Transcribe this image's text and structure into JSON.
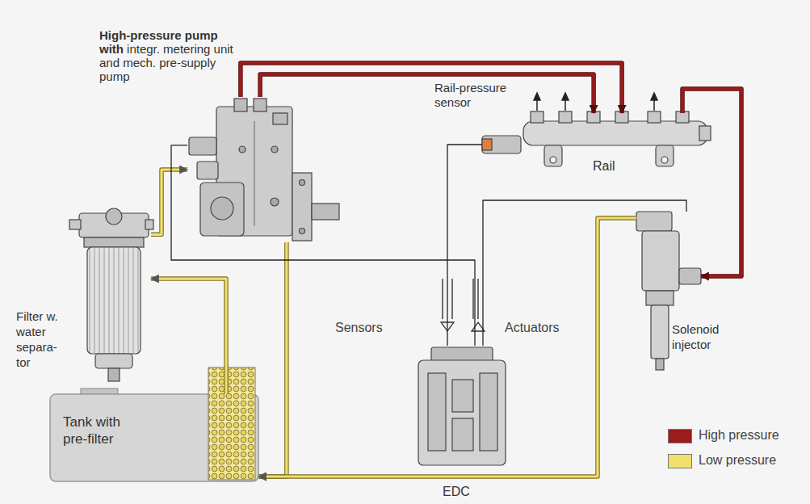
{
  "diagram": {
    "nodes": [
      {
        "text": [
          "High-pressure pump with",
          "integr. metering unit and mech. pre-supply pump"
        ]
      },
      {
        "text": [
          "Rail-pressure sensor"
        ]
      },
      {
        "text": [
          "Rail"
        ]
      },
      {
        "text": [
          "Filter w. water separa- tor"
        ]
      },
      {
        "text": [
          "EDC"
        ]
      },
      {
        "text": [
          "Solenoid injector"
        ]
      },
      {
        "text": [
          "Tank with pre-filter"
        ]
      }
    ],
    "edges": [
      {
        "from": 6,
        "to": 3,
        "arrow": "to"
      },
      {
        "from": 3,
        "to": 0,
        "arrow": "to"
      },
      {
        "from": 0,
        "to": 2,
        "arrow": "to"
      },
      {
        "from": 0,
        "to": 2,
        "arrow": "to"
      },
      {
        "from": 2,
        "to": 5,
        "arrow": "to"
      },
      {
        "from": 0,
        "to": 6,
        "arrow": "to"
      },
      {
        "from": 5,
        "to": 6,
        "arrow": "to"
      },
      {
        "from": 1,
        "to": 4,
        "arrow": "none"
      },
      {
        "from": 4,
        "to": 5,
        "arrow": "none"
      },
      {
        "from": 4,
        "to": 0,
        "arrow": "none"
      }
    ],
    "labels": [
      "Sensors",
      "Actuators"
    ],
    "legend": [
      {
        "text": "High pressure",
        "color": "#9b1c1c"
      },
      {
        "text": "Low pressure",
        "color": "#f0df6a"
      }
    ]
  }
}
